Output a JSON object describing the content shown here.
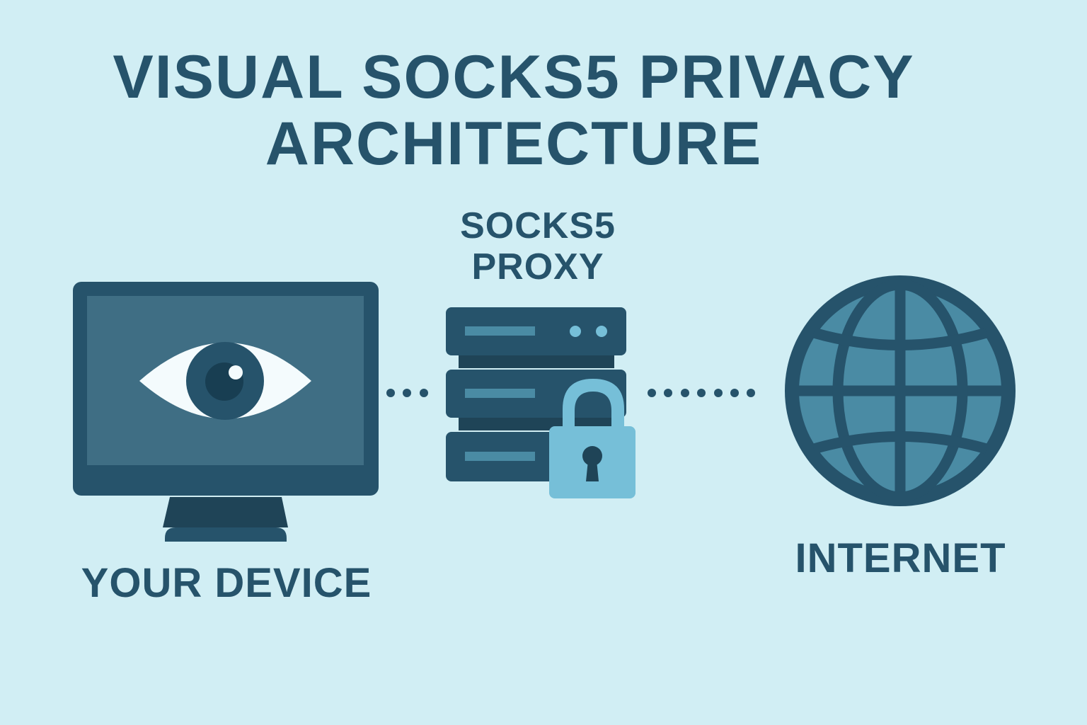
{
  "title": {
    "line1": "VISUAL SOCKS5 PRIVACY",
    "line2": "ARCHITECTURE"
  },
  "nodes": [
    {
      "id": "device",
      "label": "YOUR DEVICE",
      "icon": "monitor-with-eye-icon"
    },
    {
      "id": "proxy",
      "label_line1": "SOCKS5",
      "label_line2": "PROXY",
      "icon": "server-with-lock-icon"
    },
    {
      "id": "internet",
      "label": "INTERNET",
      "icon": "globe-icon"
    }
  ],
  "connections": [
    {
      "from": "device",
      "to": "proxy",
      "style": "dotted",
      "dots": 3
    },
    {
      "from": "proxy",
      "to": "internet",
      "style": "dotted",
      "dots": 7
    }
  ],
  "colors": {
    "background": "#d1eef4",
    "primary_dark": "#26536b",
    "screen": "#3f6e84",
    "lock": "#76bfd8",
    "globe_fill": "#4a8ba4",
    "eye_white": "#f4fbfd"
  }
}
